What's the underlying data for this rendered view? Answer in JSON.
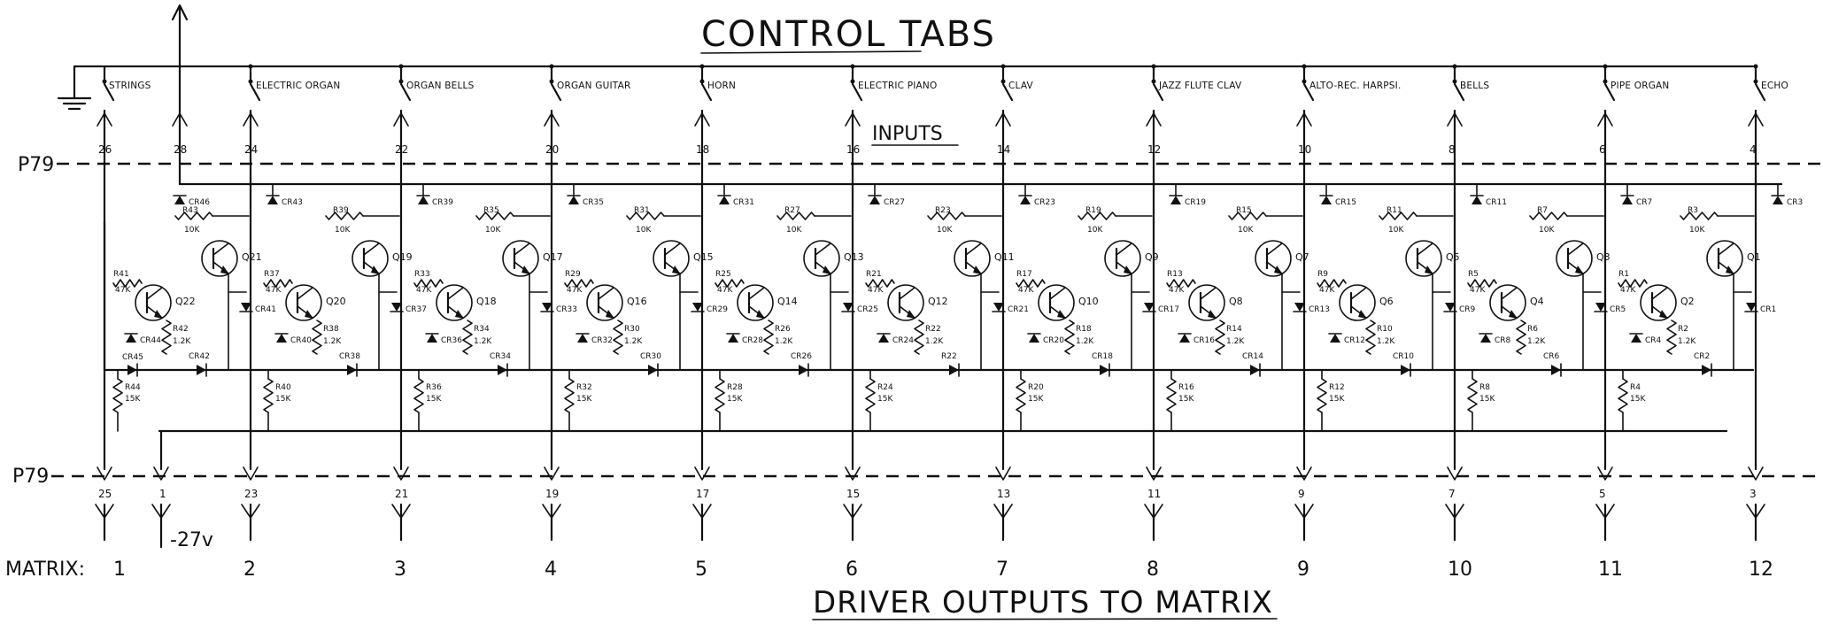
{
  "title": "CONTROL TABS",
  "inputs_label": "INPUTS",
  "footer_label": "DRIVER OUTPUTS TO MATRIX",
  "connector": "P79",
  "matrix_label": "MATRIX:",
  "supply_label": "-27v",
  "channels": [
    {
      "tab": "ELECTRIC ORGAN",
      "in_pin": "24",
      "out_pin": "23",
      "matrix": "2",
      "r_base": "R43",
      "r_base_val": "10K",
      "r_in": "R41",
      "r_in_val": "47K",
      "q_out": "Q21",
      "q_drv": "Q22",
      "r_emit": "R42",
      "r_emit_val": "1.2K",
      "r_pull": "R44",
      "r_pull_val": "15K",
      "cr_top": "CR43",
      "cr_in": "CR46",
      "cr_out": "CR41",
      "cr_emit": "CR44",
      "cr_bus": "CR42",
      "cr_left": "CR45"
    },
    {
      "tab": "ORGAN BELLS",
      "in_pin": "22",
      "out_pin": "21",
      "matrix": "3",
      "r_base": "R39",
      "r_base_val": "10K",
      "r_in": "R37",
      "r_in_val": "47K",
      "q_out": "Q19",
      "q_drv": "Q20",
      "r_emit": "R38",
      "r_emit_val": "1.2K",
      "r_pull": "R40",
      "r_pull_val": "15K",
      "cr_top": "CR39",
      "cr_out": "CR37",
      "cr_emit": "CR40",
      "cr_bus": "CR38"
    },
    {
      "tab": "ORGAN GUITAR",
      "in_pin": "20",
      "out_pin": "19",
      "matrix": "4",
      "r_base": "R35",
      "r_base_val": "10K",
      "r_in": "R33",
      "r_in_val": "47K",
      "q_out": "Q17",
      "q_drv": "Q18",
      "r_emit": "R34",
      "r_emit_val": "1.2K",
      "r_pull": "R36",
      "r_pull_val": "15K",
      "cr_top": "CR35",
      "cr_out": "CR33",
      "cr_emit": "CR36",
      "cr_bus": "CR34"
    },
    {
      "tab": "HORN",
      "in_pin": "18",
      "out_pin": "17",
      "matrix": "5",
      "r_base": "R31",
      "r_base_val": "10K",
      "r_in": "R29",
      "r_in_val": "47K",
      "q_out": "Q15",
      "q_drv": "Q16",
      "r_emit": "R30",
      "r_emit_val": "1.2K",
      "r_pull": "R32",
      "r_pull_val": "15K",
      "cr_top": "CR31",
      "cr_out": "CR29",
      "cr_emit": "CR32",
      "cr_bus": "CR30"
    },
    {
      "tab": "ELECTRIC PIANO",
      "in_pin": "16",
      "out_pin": "15",
      "matrix": "6",
      "r_base": "R27",
      "r_base_val": "10K",
      "r_in": "R25",
      "r_in_val": "47K",
      "q_out": "Q13",
      "q_drv": "Q14",
      "r_emit": "R26",
      "r_emit_val": "1.2K",
      "r_pull": "R28",
      "r_pull_val": "15K",
      "cr_top": "CR27",
      "cr_out": "CR25",
      "cr_emit": "CR28",
      "cr_bus": "CR26"
    },
    {
      "tab": "CLAV",
      "in_pin": "14",
      "out_pin": "13",
      "matrix": "7",
      "r_base": "R23",
      "r_base_val": "10K",
      "r_in": "R21",
      "r_in_val": "47K",
      "q_out": "Q11",
      "q_drv": "Q12",
      "r_emit": "R22",
      "r_emit_val": "1.2K",
      "r_pull": "R24",
      "r_pull_val": "15K",
      "cr_top": "CR23",
      "cr_out": "CR21",
      "cr_emit": "CR24",
      "cr_bus": "R22"
    },
    {
      "tab": "JAZZ FLUTE CLAV",
      "in_pin": "12",
      "out_pin": "11",
      "matrix": "8",
      "r_base": "R19",
      "r_base_val": "10K",
      "r_in": "R17",
      "r_in_val": "47K",
      "q_out": "Q9",
      "q_drv": "Q10",
      "r_emit": "R18",
      "r_emit_val": "1.2K",
      "r_pull": "R20",
      "r_pull_val": "15K",
      "cr_top": "CR19",
      "cr_out": "CR17",
      "cr_emit": "CR20",
      "cr_bus": "CR18"
    },
    {
      "tab": "ALTO-REC. HARPSI.",
      "in_pin": "10",
      "out_pin": "9",
      "matrix": "9",
      "r_base": "R15",
      "r_base_val": "10K",
      "r_in": "R13",
      "r_in_val": "47K",
      "q_out": "Q7",
      "q_drv": "Q8",
      "r_emit": "R14",
      "r_emit_val": "1.2K",
      "r_pull": "R16",
      "r_pull_val": "15K",
      "cr_top": "CR15",
      "cr_out": "CR13",
      "cr_emit": "CR16",
      "cr_bus": "CR14"
    },
    {
      "tab": "BELLS",
      "in_pin": "8",
      "out_pin": "7",
      "matrix": "10",
      "r_base": "R11",
      "r_base_val": "10K",
      "r_in": "R9",
      "r_in_val": "47K",
      "q_out": "Q5",
      "q_drv": "Q6",
      "r_emit": "R10",
      "r_emit_val": "1.2K",
      "r_pull": "R12",
      "r_pull_val": "15K",
      "cr_top": "CR11",
      "cr_out": "CR9",
      "cr_emit": "CR12",
      "cr_bus": "CR10"
    },
    {
      "tab": "PIPE ORGAN",
      "in_pin": "6",
      "out_pin": "5",
      "matrix": "11",
      "r_base": "R7",
      "r_base_val": "10K",
      "r_in": "R5",
      "r_in_val": "47K",
      "q_out": "Q3",
      "q_drv": "Q4",
      "r_emit": "R6",
      "r_emit_val": "1.2K",
      "r_pull": "R8",
      "r_pull_val": "15K",
      "cr_top": "CR7",
      "cr_out": "CR5",
      "cr_emit": "CR8",
      "cr_bus": "CR6"
    },
    {
      "tab": "ECHO",
      "in_pin": "4",
      "out_pin": "3",
      "matrix": "12",
      "r_base": "R3",
      "r_base_val": "10K",
      "r_in": "R1",
      "r_in_val": "47K",
      "q_out": "Q1",
      "q_drv": "Q2",
      "r_emit": "R2",
      "r_emit_val": "1.2K",
      "r_pull": "R4",
      "r_pull_val": "15K",
      "cr_top": "CR3",
      "cr_out": "CR1",
      "cr_emit": "CR4",
      "cr_bus": "CR2"
    }
  ],
  "strings_tab": {
    "tab": "STRINGS",
    "in_pin": "26",
    "out_pin": "25",
    "matrix": "1"
  },
  "supply_pins": {
    "top": "28",
    "bottom": "1"
  }
}
